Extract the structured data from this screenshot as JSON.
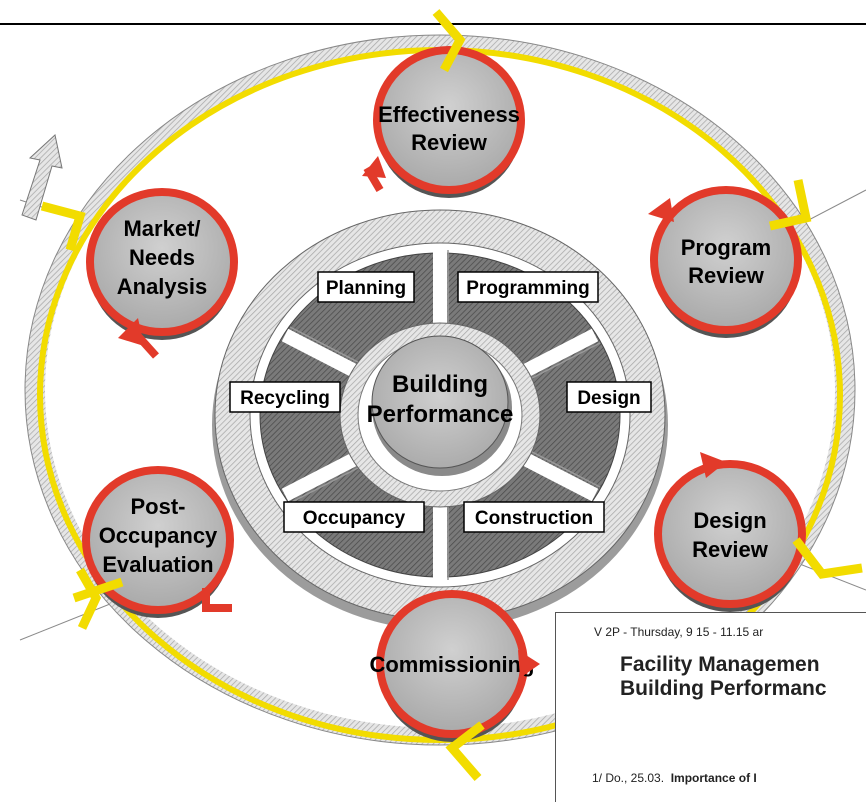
{
  "hub": {
    "center_line1": "Building",
    "center_line2": "Performance"
  },
  "stages": [
    {
      "label": "Planning"
    },
    {
      "label": "Programming"
    },
    {
      "label": "Design"
    },
    {
      "label": "Construction"
    },
    {
      "label": "Occupancy"
    },
    {
      "label": "Recycling"
    }
  ],
  "reviews": [
    {
      "line1": "Effectiveness",
      "line2": "Review"
    },
    {
      "line1": "Program",
      "line2": "Review"
    },
    {
      "line1": "Design",
      "line2": "Review"
    },
    {
      "line1": "Commissioning",
      "line2": ""
    },
    {
      "line1": "Post-",
      "line2": "Occupancy",
      "line3": "Evaluation"
    },
    {
      "line1": "Market/",
      "line2": "Needs",
      "line3": "Analysis"
    }
  ],
  "document": {
    "header": "V 2P - Thursday, 9 15 - 11.15 ar",
    "title_line1": "Facility Managemen",
    "title_line2": "Building Performanc",
    "item_prefix": "1/ Do., 25.03.",
    "item_bold": "Importance of I"
  },
  "colors": {
    "outer_ring": "#f2dc00",
    "review_ring": "#e23a2a",
    "circle_fill": "#b8b8b8",
    "hub_dark": "#6b6b6b",
    "hub_light": "#d4d4d4"
  }
}
